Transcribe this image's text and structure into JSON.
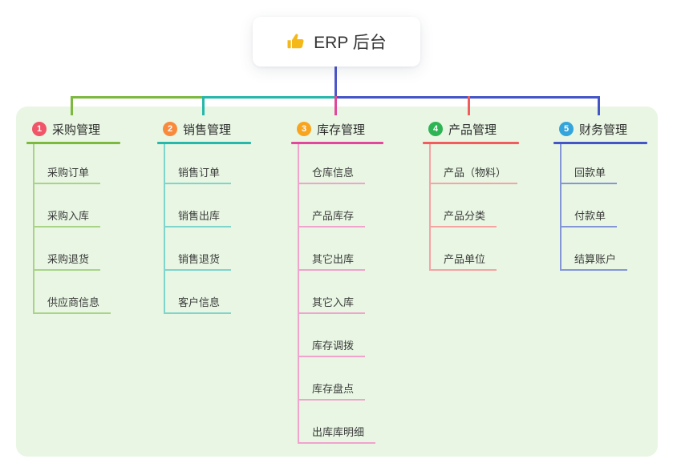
{
  "root": {
    "title": "ERP 后台",
    "icon": "thumbs-up-icon"
  },
  "branches": [
    {
      "badge": "1",
      "title": "采购管理",
      "badge_color": "#f05668",
      "line_color": "#7cb93f",
      "item_line_color": "#a9d488",
      "items": [
        "采购订单",
        "采购入库",
        "采购退货",
        "供应商信息"
      ]
    },
    {
      "badge": "2",
      "title": "销售管理",
      "badge_color": "#f98a3d",
      "line_color": "#27b7ab",
      "item_line_color": "#7fd5cb",
      "items": [
        "销售订单",
        "销售出库",
        "销售退货",
        "客户信息"
      ]
    },
    {
      "badge": "3",
      "title": "库存管理",
      "badge_color": "#f9a41f",
      "line_color": "#e1479c",
      "item_line_color": "#efa3cd",
      "items": [
        "仓库信息",
        "产品库存",
        "其它出库",
        "其它入库",
        "库存调拨",
        "库存盘点",
        "出库库明细"
      ]
    },
    {
      "badge": "4",
      "title": "产品管理",
      "badge_color": "#2eb454",
      "line_color": "#f15d5d",
      "item_line_color": "#f6a3a3",
      "items": [
        "产品（物料）",
        "产品分类",
        "产品单位"
      ]
    },
    {
      "badge": "5",
      "title": "财务管理",
      "badge_color": "#34a5dc",
      "line_color": "#4456c6",
      "item_line_color": "#8496d8",
      "items": [
        "回款单",
        "付款单",
        "结算账户"
      ]
    }
  ],
  "colors": {
    "background": "#ffffff",
    "panel": "#e8f6e3",
    "root_connector": "#4d57c9",
    "icon_color": "#f5b819",
    "text": "#333333"
  }
}
